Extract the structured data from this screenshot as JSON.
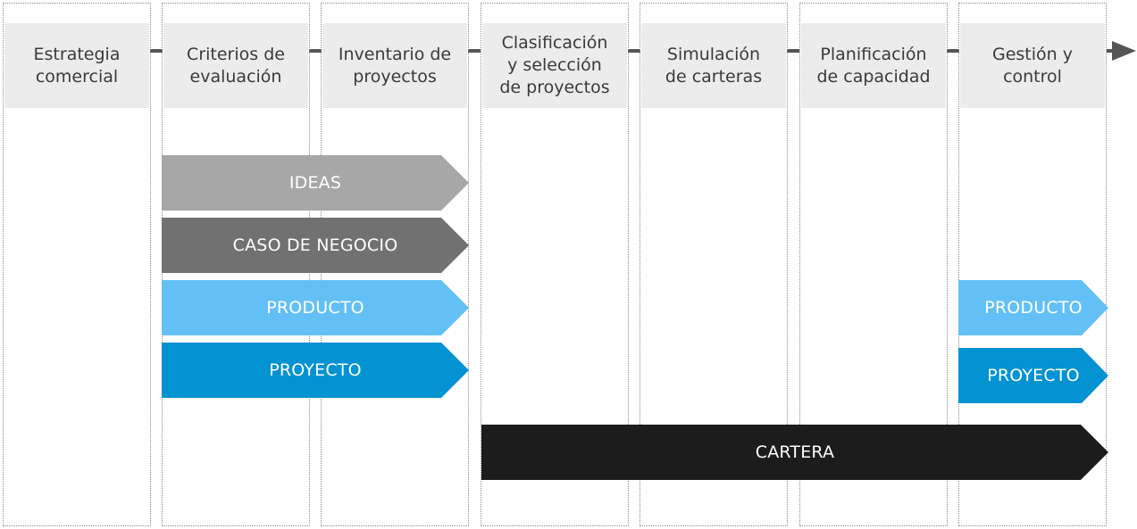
{
  "columns": [
    {
      "label": "Estrategia\ncomercial"
    },
    {
      "label": "Criterios de\nevaluación"
    },
    {
      "label": "Inventario de\nproyectos"
    },
    {
      "label": "Clasificación\ny selección\nde proyectos"
    },
    {
      "label": "Simulación\nde carteras"
    },
    {
      "label": "Planificación\nde capacidad"
    },
    {
      "label": "Gestión y\ncontrol"
    }
  ],
  "bands": {
    "ideas": {
      "label": "IDEAS",
      "color": "#a7a7a7"
    },
    "caso_negocio": {
      "label": "CASO DE NEGOCIO",
      "color": "#717171"
    },
    "producto": {
      "label": "PRODUCTO",
      "color": "#63c0f6"
    },
    "proyecto": {
      "label": "PROYECTO",
      "color": "#0392d2"
    },
    "producto_control": {
      "label": "PRODUCTO",
      "color": "#63c0f6"
    },
    "proyecto_control": {
      "label": "PROYECTO",
      "color": "#0392d2"
    },
    "cartera": {
      "label": "CARTERA",
      "color": "#1c1c1d"
    }
  },
  "colors": {
    "header_bg": "#ececec",
    "connector": "#555555",
    "column_border": "#8a8a8a"
  }
}
